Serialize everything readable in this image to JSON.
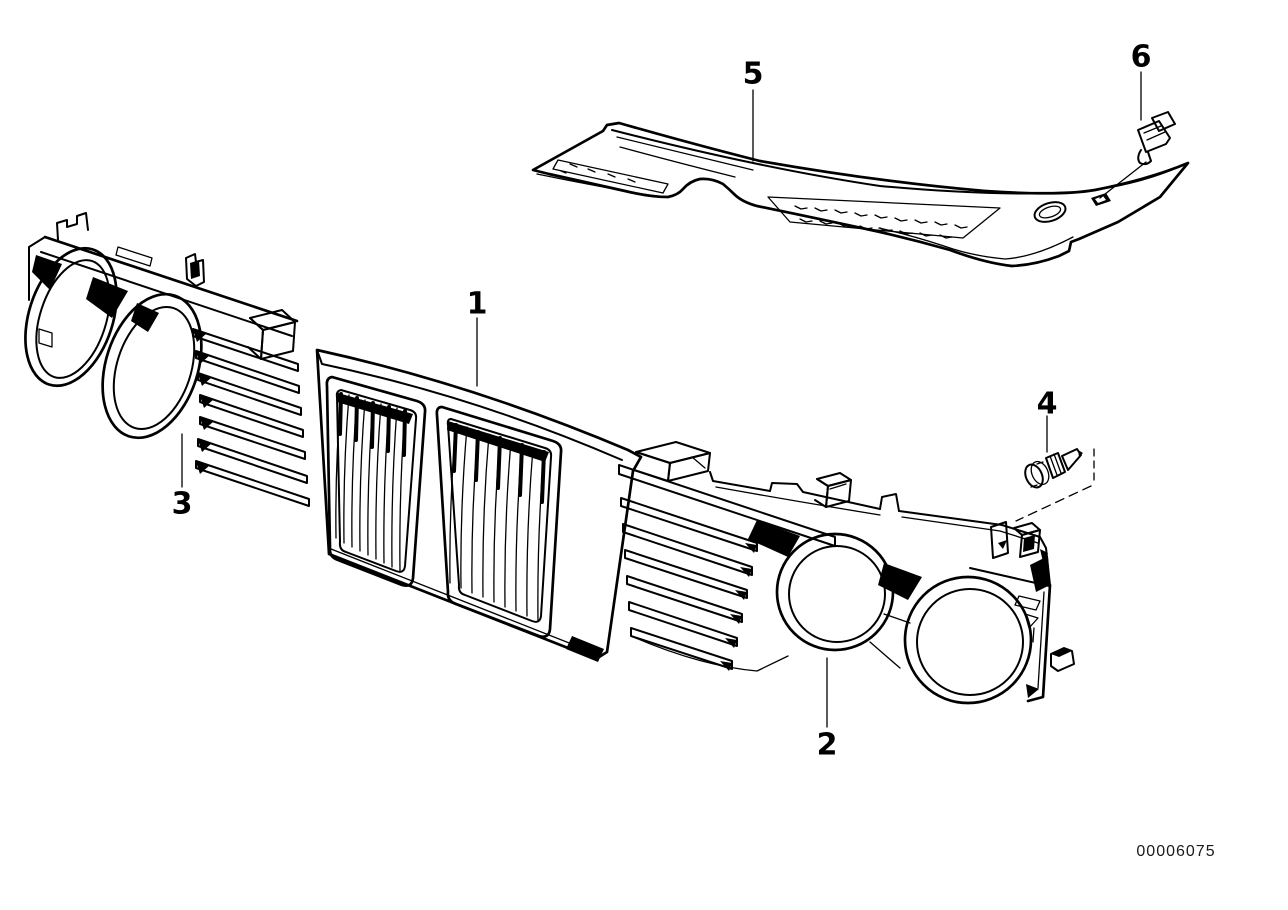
{
  "diagram": {
    "callouts": [
      {
        "id": "1",
        "label": "1"
      },
      {
        "id": "2",
        "label": "2"
      },
      {
        "id": "3",
        "label": "3"
      },
      {
        "id": "4",
        "label": "4"
      },
      {
        "id": "5",
        "label": "5"
      },
      {
        "id": "6",
        "label": "6"
      }
    ],
    "drawing_number": "00006075",
    "colors": {
      "line": "#000000",
      "background": "#ffffff"
    }
  }
}
